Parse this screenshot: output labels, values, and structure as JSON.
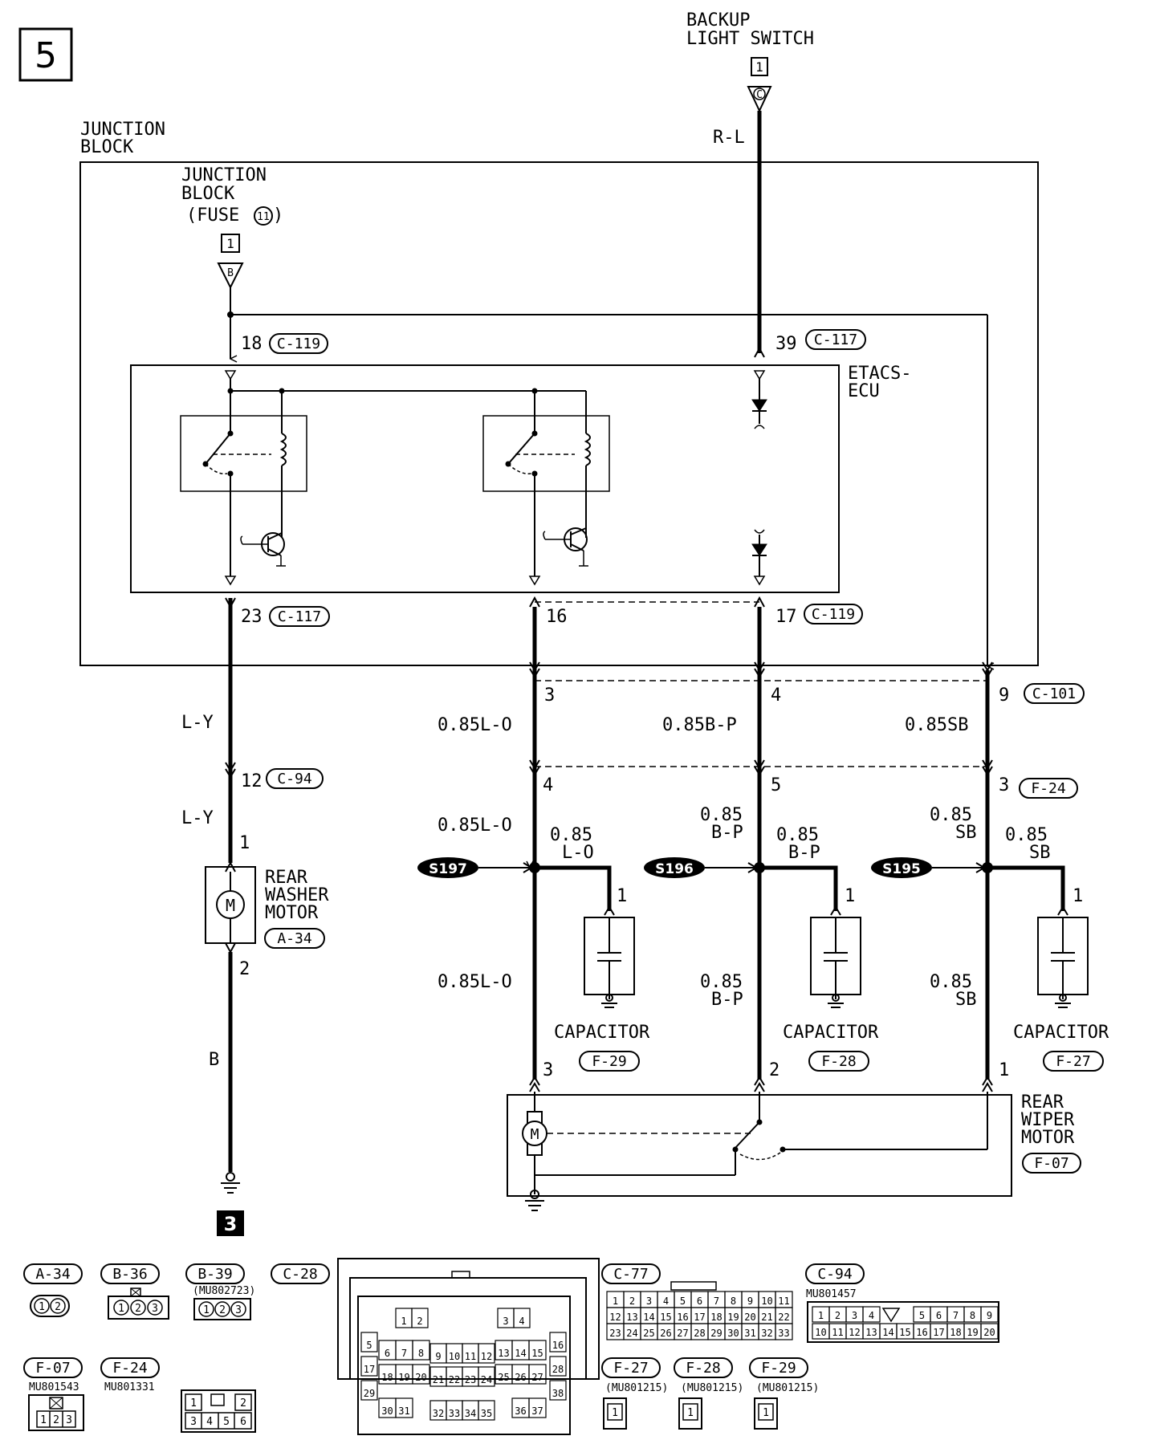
{
  "page_number": "5",
  "ground_ref": "3",
  "components": {
    "backup_switch": {
      "name_l1": "BACKUP",
      "name_l2": "LIGHT SWITCH",
      "box": "1",
      "conn": "C"
    },
    "junction_block": {
      "name_l1": "JUNCTION",
      "name_l2": "BLOCK"
    },
    "jb_fuse": {
      "name_l1": "JUNCTION",
      "name_l2": "BLOCK",
      "name_l3": "(FUSE",
      "fuse_no": "11",
      "box": "1",
      "conn": "B"
    },
    "etacs": {
      "name_l1": "ETACS-",
      "name_l2": "ECU"
    },
    "rear_washer": {
      "name_l1": "REAR",
      "name_l2": "WASHER",
      "name_l3": "MOTOR",
      "conn": "A-34"
    },
    "rear_wiper": {
      "name_l1": "REAR",
      "name_l2": "WIPER",
      "name_l3": "MOTOR",
      "conn": "F-07"
    },
    "capacitor_1": {
      "name": "CAPACITOR",
      "conn": "F-29"
    },
    "capacitor_2": {
      "name": "CAPACITOR",
      "conn": "F-28"
    },
    "capacitor_3": {
      "name": "CAPACITOR",
      "conn": "F-27"
    }
  },
  "wires": {
    "rl": "R-L",
    "ly1": "L-Y",
    "ly2": "L-Y",
    "b": "B",
    "lo_a": "0.85L-O",
    "bp_a": "0.85B-P",
    "sb_a": "0.85SB",
    "lo_b": "0.85L-O",
    "lo_c_num": "0.85",
    "lo_c_col": "L-O",
    "bp_b_num": "0.85",
    "bp_b_col": "B-P",
    "bp_c_num": "0.85",
    "bp_c_col": "B-P",
    "sb_b_num": "0.85",
    "sb_b_col": "SB",
    "sb_c_num": "0.85",
    "sb_c_col": "SB",
    "lo_d": "0.85L-O",
    "bp_d_num": "0.85",
    "bp_d_col": "B-P",
    "sb_d_num": "0.85",
    "sb_d_col": "SB"
  },
  "pins": {
    "p18": "18",
    "c119a": "C-119",
    "p39": "39",
    "c117a": "C-117",
    "p23": "23",
    "c117b": "C-117",
    "p16": "16",
    "p17": "17",
    "c119b": "C-119",
    "p3a": "3",
    "p4a": "4",
    "p9": "9",
    "c101": "C-101",
    "p12": "12",
    "c94": "C-94",
    "p4b": "4",
    "p5b": "5",
    "p3b": "3",
    "f24": "F-24",
    "wm1": "1",
    "wm2": "2",
    "cap1": "1",
    "cap2": "1",
    "cap3": "1",
    "m3": "3",
    "m2": "2",
    "m1": "1"
  },
  "splices": [
    "S197",
    "S196",
    "S195"
  ],
  "connector_refs": {
    "a34": "A-34",
    "b36": "B-36",
    "b39": "B-39",
    "b39_part": "(MU802723)",
    "c28": "C-28",
    "c77": "C-77",
    "c94": "C-94",
    "c94_part": "MU801457",
    "f07": "F-07",
    "f07_part": "MU801543",
    "f24": "F-24",
    "f24_part": "MU801331",
    "f27": "F-27",
    "f27_part": "(MU801215)",
    "f28": "F-28",
    "f28_part": "(MU801215)",
    "f29": "F-29",
    "f29_part": "(MU801215)"
  },
  "pin_layouts": {
    "a34": [
      "1",
      "2"
    ],
    "b36": [
      "1",
      "2",
      "3"
    ],
    "b39": [
      "1",
      "2",
      "3"
    ],
    "f07": [
      "1",
      "2",
      "3"
    ],
    "f24_top": [
      "1",
      "2"
    ],
    "f24_bot": [
      "3",
      "4",
      "5",
      "6"
    ],
    "c77_r1": [
      "1",
      "2",
      "3",
      "4",
      "5",
      "6",
      "7",
      "8",
      "9",
      "10",
      "11"
    ],
    "c77_r2": [
      "12",
      "13",
      "14",
      "15",
      "16",
      "17",
      "18",
      "19",
      "20",
      "21",
      "22"
    ],
    "c77_r3": [
      "23",
      "24",
      "25",
      "26",
      "27",
      "28",
      "29",
      "30",
      "31",
      "32",
      "33"
    ],
    "c94_r1": [
      "1",
      "2",
      "3",
      "4",
      "5",
      "6",
      "7",
      "8",
      "9"
    ],
    "c94_r2": [
      "10",
      "11",
      "12",
      "13",
      "14",
      "15",
      "16",
      "17",
      "18",
      "19",
      "20"
    ],
    "c28_r1": [
      "1",
      "2",
      "3",
      "4"
    ],
    "c28_r2": [
      "5",
      "6",
      "7",
      "8",
      "9",
      "10",
      "11",
      "12",
      "13",
      "14",
      "15",
      "16"
    ],
    "c28_r3": [
      "17",
      "18",
      "19",
      "20",
      "21",
      "22",
      "23",
      "24",
      "25",
      "26",
      "27",
      "28"
    ],
    "c28_r4": [
      "29",
      "30",
      "31",
      "32",
      "33",
      "34",
      "35",
      "36",
      "37",
      "38"
    ],
    "cap_pin": "1"
  }
}
